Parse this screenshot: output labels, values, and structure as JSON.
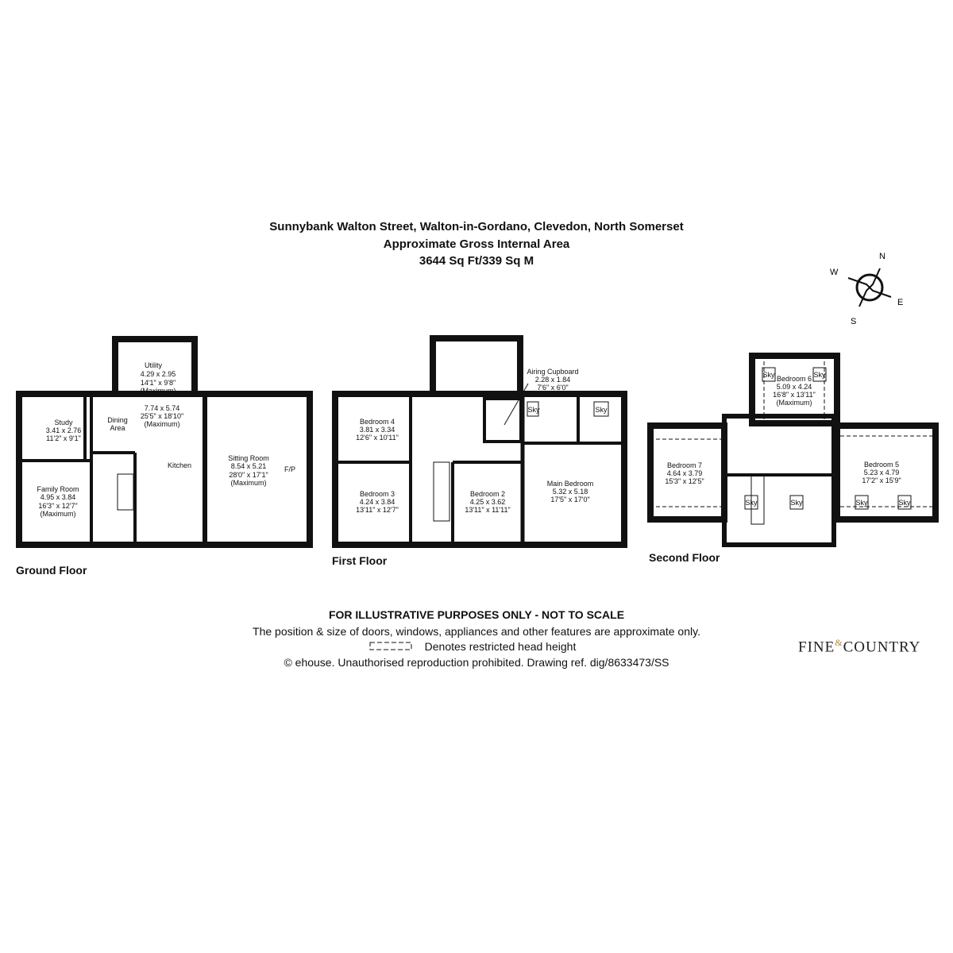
{
  "header": {
    "title": "Sunnybank Walton Street, Walton-in-Gordano, Clevedon, North Somerset",
    "subtitle": "Approximate Gross Internal Area",
    "area": "3644 Sq Ft/339 Sq M"
  },
  "compass": {
    "n": "N",
    "e": "E",
    "s": "S",
    "w": "W"
  },
  "floors": {
    "ground": {
      "label": "Ground Floor",
      "rooms": {
        "utility": {
          "name": "Utility",
          "metric": "4.29 x 2.95",
          "imperial": "14'1\" x 9'8\"",
          "note": "(Maximum)"
        },
        "study": {
          "name": "Study",
          "metric": "3.41 x 2.76",
          "imperial": "11'2\" x 9'1\""
        },
        "dining": {
          "name": "Dining",
          "name2": "Area",
          "metric": "7.74 x 5.74",
          "imperial": "25'5\" x 18'10\"",
          "note": "(Maximum)"
        },
        "kitchen": {
          "name": "Kitchen"
        },
        "family": {
          "name": "Family Room",
          "metric": "4.95 x 3.84",
          "imperial": "16'3\" x 12'7\"",
          "note": "(Maximum)"
        },
        "sitting": {
          "name": "Sitting Room",
          "metric": "8.54 x 5.21",
          "imperial": "28'0\" x 17'1\"",
          "note": "(Maximum)",
          "fp": "F/P"
        }
      }
    },
    "first": {
      "label": "First Floor",
      "rooms": {
        "airing": {
          "name": "Airing Cupboard",
          "metric": "2.28 x 1.84",
          "imperial": "7'6\" x 6'0\""
        },
        "bed4": {
          "name": "Bedroom 4",
          "metric": "3.81 x 3.34",
          "imperial": "12'6\" x 10'11\""
        },
        "bed3": {
          "name": "Bedroom 3",
          "metric": "4.24 x 3.84",
          "imperial": "13'11\" x 12'7\""
        },
        "bed2": {
          "name": "Bedroom 2",
          "metric": "4.25 x 3.62",
          "imperial": "13'11\" x 11'11\""
        },
        "main": {
          "name": "Main Bedroom",
          "metric": "5.32 x 5.18",
          "imperial": "17'5\" x 17'0\""
        },
        "sky": "Sky"
      }
    },
    "second": {
      "label": "Second Floor",
      "rooms": {
        "bed6": {
          "name": "Bedroom 6",
          "metric": "5.09 x 4.24",
          "imperial": "16'8\" x 13'11\"",
          "note": "(Maximum)"
        },
        "bed7": {
          "name": "Bedroom 7",
          "metric": "4.64 x 3.79",
          "imperial": "15'3\" x 12'5\""
        },
        "bed5": {
          "name": "Bedroom 5",
          "metric": "5.23 x 4.79",
          "imperial": "17'2\" x 15'9\""
        },
        "sky": "Sky"
      }
    }
  },
  "footer": {
    "disclaimer": "FOR ILLUSTRATIVE PURPOSES ONLY - NOT TO SCALE",
    "line2": "The position & size of doors, windows, appliances and other features are approximate only.",
    "line3": "Denotes restricted head height",
    "line4": "© ehouse. Unauthorised reproduction prohibited. Drawing ref. dig/8633473/SS"
  },
  "logo": {
    "left": "FINE",
    "amp": "&",
    "right": "COUNTRY"
  }
}
